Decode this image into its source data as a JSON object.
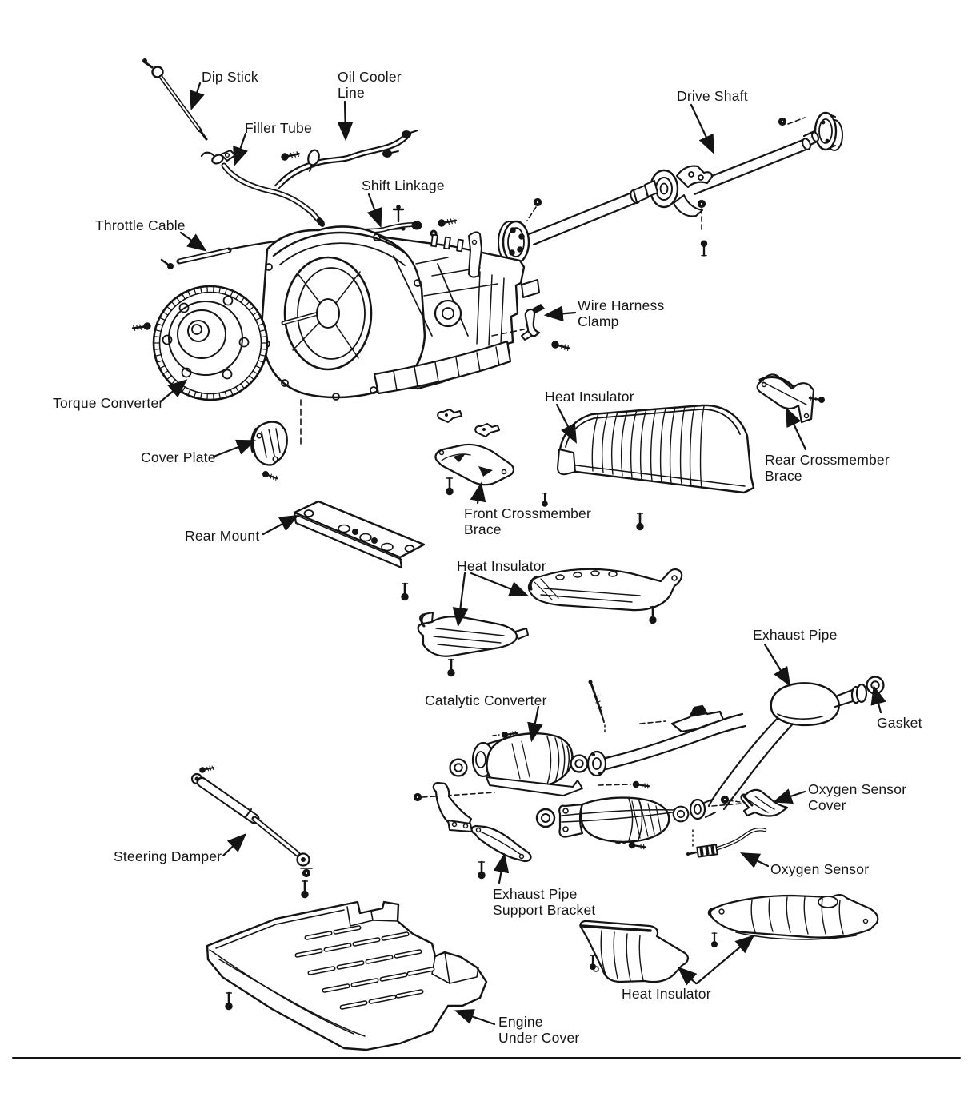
{
  "page": {
    "background_color": "#ffffff",
    "ink_color": "#141414",
    "type": "exploded-parts-diagram"
  },
  "labels": {
    "dip_stick": "Dip Stick",
    "oil_cooler_line": "Oil Cooler\nLine",
    "filler_tube": "Filler Tube",
    "shift_linkage": "Shift Linkage",
    "drive_shaft": "Drive Shaft",
    "throttle_cable": "Throttle Cable",
    "wire_harness_clamp": "Wire Harness\nClamp",
    "torque_converter": "Torque Converter",
    "heat_insulator_tunnel": "Heat Insulator",
    "rear_crossmember_brace": "Rear Crossmember\nBrace",
    "cover_plate": "Cover Plate",
    "front_crossmember_brace": "Front Crossmember\nBrace",
    "rear_mount": "Rear Mount",
    "heat_insulator_mid": "Heat Insulator",
    "exhaust_pipe": "Exhaust Pipe",
    "gasket": "Gasket",
    "catalytic_converter": "Catalytic Converter",
    "oxygen_sensor_cover": "Oxygen Sensor\nCover",
    "oxygen_sensor": "Oxygen Sensor",
    "steering_damper": "Steering Damper",
    "exhaust_pipe_support_bracket": "Exhaust Pipe\nSupport Bracket",
    "heat_insulator_bottom": "Heat Insulator",
    "engine_under_cover": "Engine\nUnder Cover"
  }
}
